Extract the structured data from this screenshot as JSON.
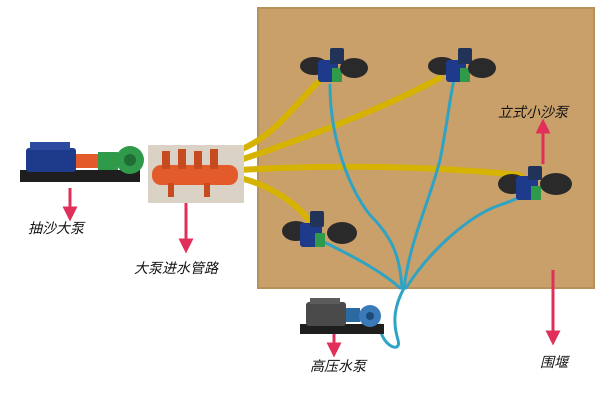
{
  "labels": {
    "sand_pump_big": "抽沙大泵",
    "inlet_pipe": "大泵进水管路",
    "vertical_small_pump": "立式小沙泵",
    "high_pressure_pump": "高压水泵",
    "cofferdam": "围堰"
  },
  "colors": {
    "pit_fill": "#c9a06a",
    "pit_border": "#b8905a",
    "yellow_pipe": "#d6b300",
    "blue_pipe": "#2fa3c4",
    "arrow": "#e0305a",
    "pump_blue": "#1e3a8a",
    "pump_green": "#2f9a4a",
    "pipe_orange": "#e35b2a"
  }
}
